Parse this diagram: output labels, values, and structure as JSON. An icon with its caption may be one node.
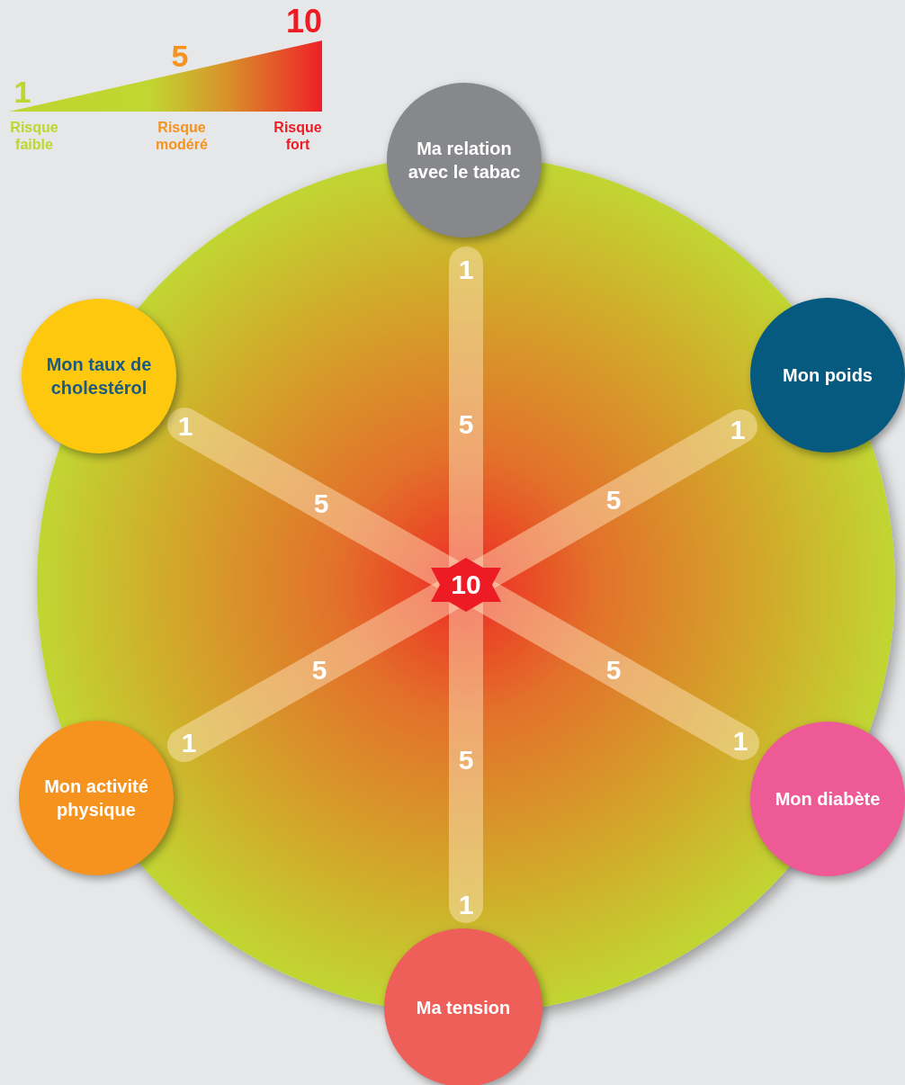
{
  "diagram": {
    "nodes": [
      {
        "text": [
          "Ma relation avec le tabac"
        ]
      },
      {
        "text": [
          "Mon taux de cholestérol"
        ]
      },
      {
        "text": [
          "Mon poids"
        ]
      },
      {
        "text": [
          "Mon activité physique"
        ]
      },
      {
        "text": [
          "Mon diabète"
        ]
      },
      {
        "text": [
          "Ma tension"
        ]
      }
    ],
    "labels": [
      "10",
      "5",
      "1",
      "Risque faible",
      "Risque modéré",
      "Risque fort",
      "1",
      "1",
      "5",
      "1",
      "5",
      "5",
      "10",
      "5",
      "5",
      "5",
      "1",
      "1",
      "1"
    ]
  }
}
